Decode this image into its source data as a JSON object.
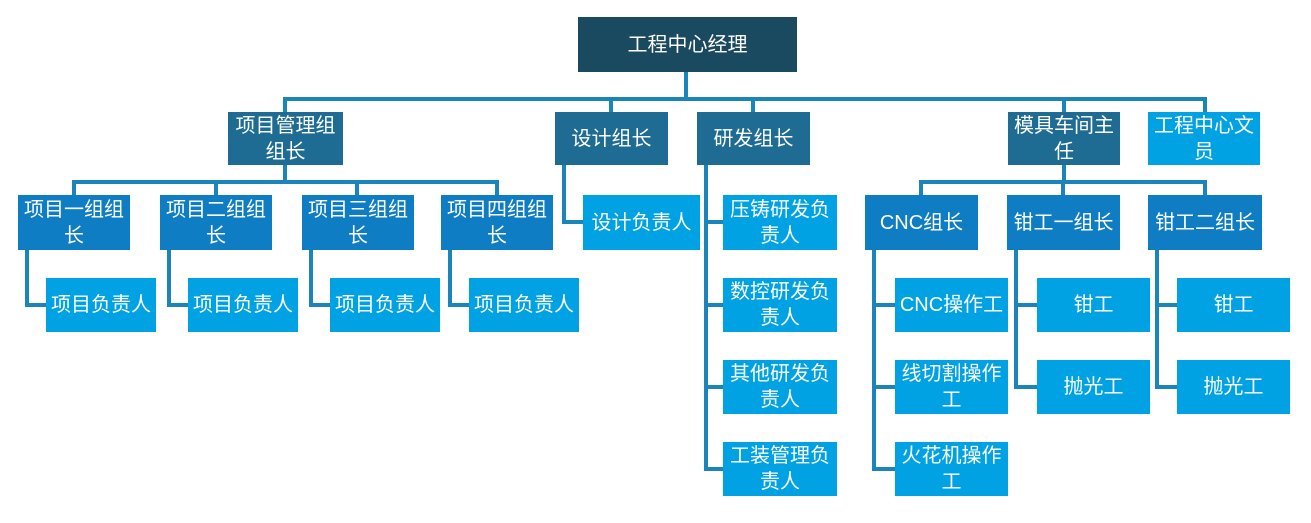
{
  "org_chart": {
    "root": {
      "label": "工程中心经理"
    },
    "level2": {
      "project_mgmt": "项目管理组组长",
      "design": "设计组长",
      "rnd": "研发组长",
      "mold_shop": "模具车间主任",
      "clerk": "工程中心文员"
    },
    "project_groups": [
      "项目一组组长",
      "项目二组组长",
      "项目三组组长",
      "项目四组组长"
    ],
    "project_leads": [
      "项目负责人",
      "项目负责人",
      "项目负责人",
      "项目负责人"
    ],
    "design_lead": "设计负责人",
    "rnd_leads": [
      "压铸研发负责人",
      "数控研发负责人",
      "其他研发负责人",
      "工装管理负责人"
    ],
    "mold_groups": [
      "CNC组长",
      "钳工一组长",
      "钳工二组长"
    ],
    "cnc_workers": [
      "CNC操作工",
      "线切割操作工",
      "火花机操作工"
    ],
    "fitter_group1_workers": [
      "钳工",
      "抛光工"
    ],
    "fitter_group2_workers": [
      "钳工",
      "抛光工"
    ],
    "colors": {
      "level1": "#1a4a5f",
      "level2": "#1e6c94",
      "level3": "#0f7dc3",
      "level4": "#00a2e4",
      "connector": "#1b85bb",
      "text": "#ffffff",
      "background": "#ffffff"
    }
  }
}
